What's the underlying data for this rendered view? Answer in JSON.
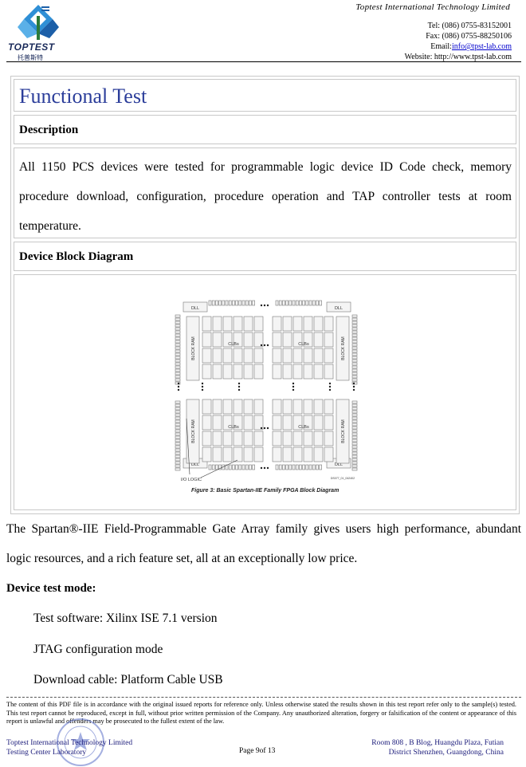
{
  "header": {
    "logo_text": "TOPTEST",
    "logo_cn": "托普斯特",
    "company_script": "Toptest International Technology Limited",
    "tel": "Tel: (086) 0755-83152001",
    "fax": "Fax: (086) 0755-88250106",
    "email_label": "Email:",
    "email": "info@tpst-lab.com",
    "website": "Website: http://www.tpst-lab.com"
  },
  "section": {
    "title": "Functional Test",
    "description_heading": "Description",
    "description_text": "All 1150 PCS devices were tested for programmable logic device ID Code check, memory procedure download, configuration, procedure operation and TAP controller tests at room temperature.",
    "diagram_heading": "Device Block Diagram"
  },
  "diagram": {
    "labels": {
      "dll": "DLL",
      "block_ram": "BLOCK RAM",
      "clbs": "CLBs",
      "io_logic": "I/O LOGIC",
      "code": "DS077_01_042402"
    },
    "caption": "Figure 3:  Basic Spartan-IIE Family FPGA Block Diagram"
  },
  "body": {
    "paragraph": "The Spartan®-IIE Field-Programmable Gate Array family gives users high performance, abundant logic resources, and a rich feature set, all at an exceptionally low price.",
    "mode_heading": "Device test mode:",
    "items": [
      "Test software: Xilinx ISE 7.1 version",
      "JTAG configuration mode",
      "Download cable: Platform Cable USB"
    ]
  },
  "footer": {
    "disclaimer": "The content of this PDF file is in accordance with the original issued reports for reference only. Unless otherwise stated the results shown in this test report refer only to the sample(s) tested. This test report cannot be reproduced, except in full, without prior written permission of the Company. Any unauthorized alteration, forgery or falsification of the content or appearance of this report is unlawful and offenders may be prosecuted to the fullest extent of the law.",
    "left_line1": "Toptest International Technology Limited",
    "left_line2": "Testing Center Laboratory",
    "page": "Page 9of 13",
    "right_line1": "Room 808 , B Blog, Huangdu Plaza, Futian",
    "right_line2": "District Shenzhen, Guangdong, China"
  },
  "colors": {
    "title": "#2b3d9a",
    "link": "#0000cc",
    "footer_text": "#1a1a7a"
  }
}
